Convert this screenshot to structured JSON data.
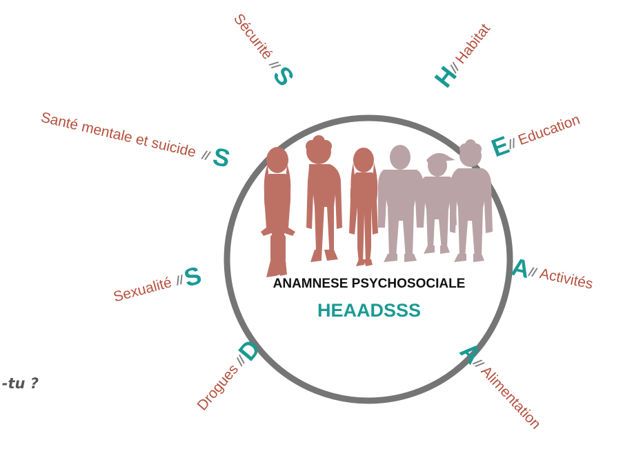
{
  "colors": {
    "label": "#b5503e",
    "letter": "#1a9a93",
    "separator": "#808080",
    "ring": "#757575",
    "title": "#111111",
    "acronym": "#1a9a93",
    "silhouette_dark": "#bd7165",
    "silhouette_light": "#b9a3a6"
  },
  "center": {
    "title": "ANAMNESE PSYCHOSOCIALE",
    "acronym": "HEAADSSS"
  },
  "separator": "//",
  "spokes": [
    {
      "id": "habitat",
      "letter": "H",
      "label": "Habitat"
    },
    {
      "id": "education",
      "letter": "E",
      "label": "Education"
    },
    {
      "id": "activites",
      "letter": "A",
      "label": "Activités"
    },
    {
      "id": "alimentation",
      "letter": "A",
      "label": "Alimentation"
    },
    {
      "id": "drogues",
      "letter": "D",
      "label": "Drogues"
    },
    {
      "id": "sexualite",
      "letter": "S",
      "label": "Sexualité"
    },
    {
      "id": "sante-mentale",
      "letter": "S",
      "label": "Santé mentale et suicide"
    },
    {
      "id": "securite",
      "letter": "S",
      "label": "Sécurité"
    }
  ],
  "left_fragment": "-tu ?",
  "icons": {
    "silhouettes": "teenagers-silhouettes-icon"
  }
}
